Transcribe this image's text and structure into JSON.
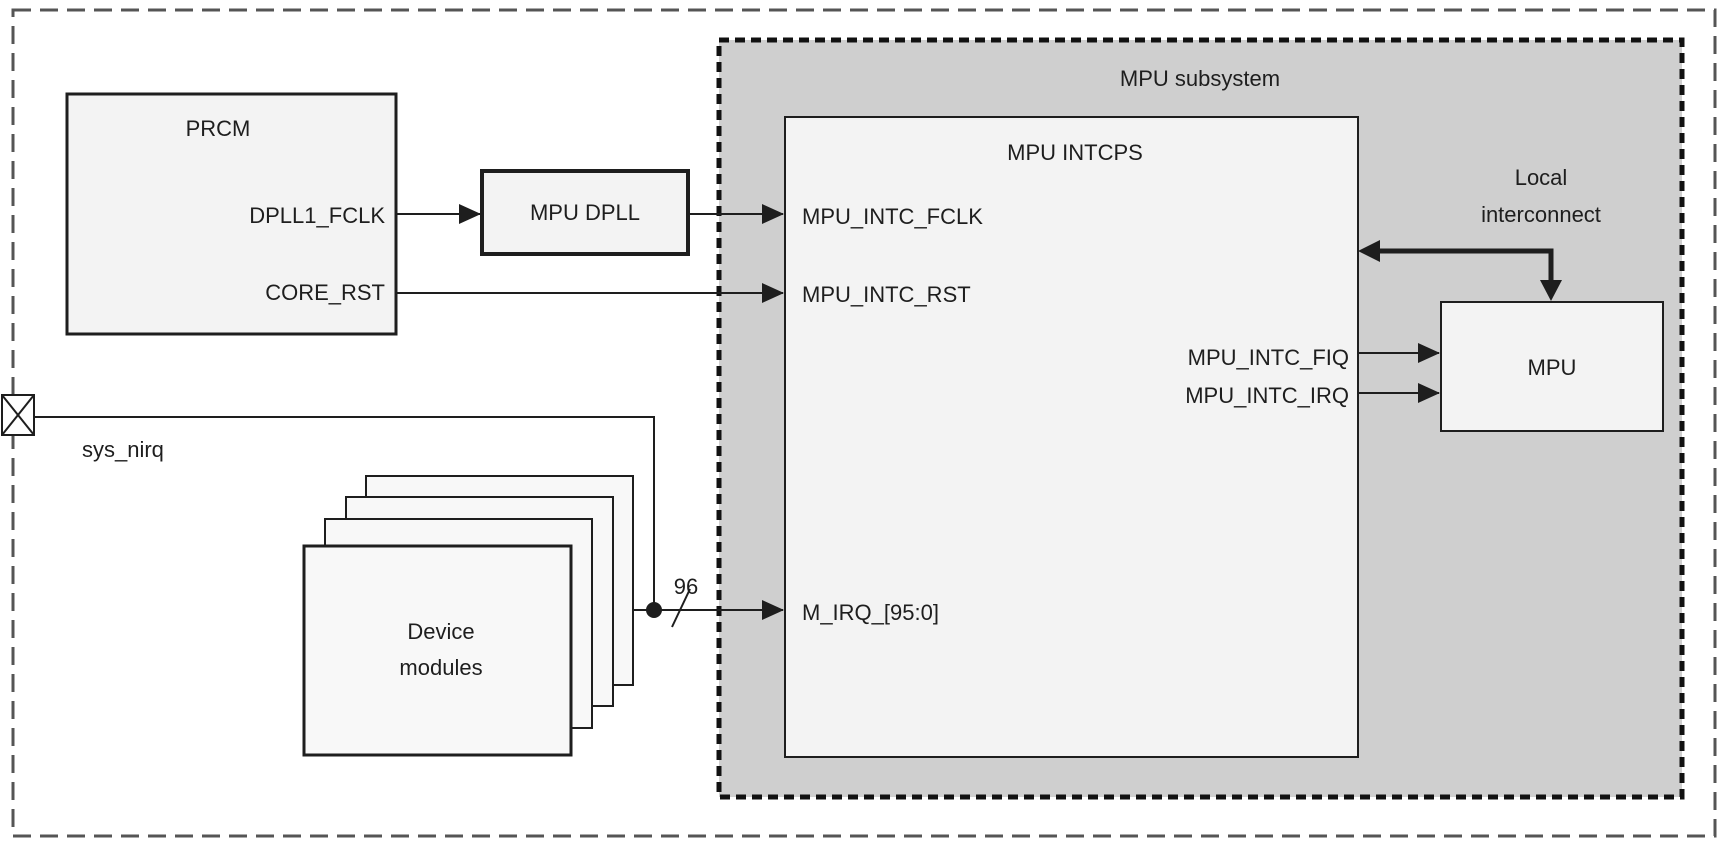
{
  "blocks": {
    "prcm": "PRCM",
    "mpu_dpll": "MPU DPLL",
    "mpu_subsystem": "MPU subsystem",
    "mpu_intcps": "MPU INTCPS",
    "mpu": "MPU",
    "device_modules_line1": "Device",
    "device_modules_line2": "modules"
  },
  "signals": {
    "dpll1_fclk": "DPLL1_FCLK",
    "core_rst": "CORE_RST",
    "mpu_intc_fclk": "MPU_INTC_FCLK",
    "mpu_intc_rst": "MPU_INTC_RST",
    "mpu_intc_fiq": "MPU_INTC_FIQ",
    "mpu_intc_irq": "MPU_INTC_IRQ",
    "m_irq": "M_IRQ_[95:0]",
    "sys_nirq": "sys_nirq",
    "bus_width": "96",
    "local_interconnect_line1": "Local",
    "local_interconnect_line2": "interconnect"
  },
  "colors": {
    "subsystem_fill": "#cfcfcf",
    "block_fill": "#f3f3f3",
    "line": "#1e1e1e"
  }
}
